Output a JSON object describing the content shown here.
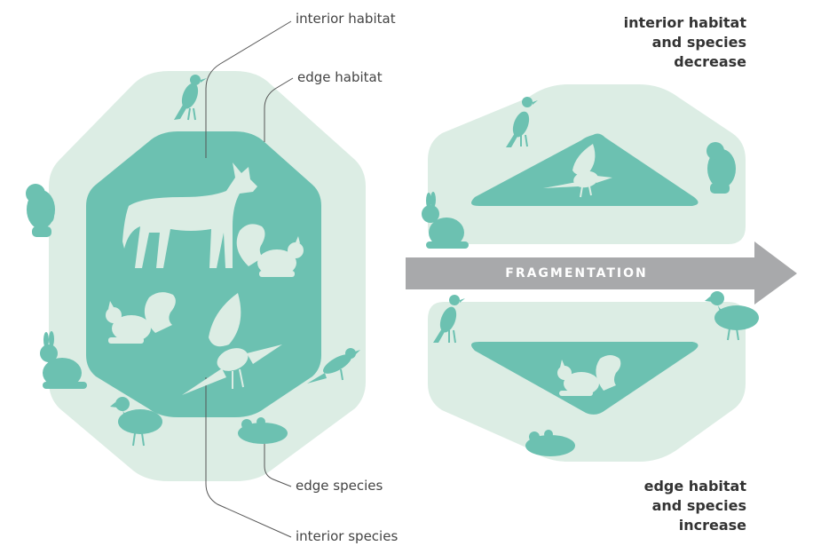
{
  "colors": {
    "edge_fill": "#dcede4",
    "interior_fill": "#6cc1b1",
    "arrow": "#a8a9ab",
    "leader_line": "#555555"
  },
  "labels": {
    "interior_habitat": "interior habitat",
    "edge_habitat": "edge habitat",
    "edge_species": "edge species",
    "interior_species": "interior species"
  },
  "right_notes": {
    "top": [
      "interior habitat",
      "and species",
      "decrease"
    ],
    "bottom": [
      "edge habitat",
      "and species",
      "increase"
    ]
  },
  "arrow_label": "FRAGMENTATION",
  "icons": {
    "left_hexagon": [
      "bird-icon",
      "beaver-icon",
      "wolf-icon",
      "squirrel-icon",
      "squirrel-icon",
      "hawk-icon",
      "rabbit-icon",
      "duck-icon",
      "frog-icon",
      "small-bird-icon"
    ],
    "right_top_fragment": [
      "bird-icon",
      "hawk-icon",
      "beaver-icon",
      "rabbit-icon"
    ],
    "right_bottom_fragment": [
      "bird-icon",
      "duck-icon",
      "squirrel-icon",
      "frog-icon"
    ]
  }
}
